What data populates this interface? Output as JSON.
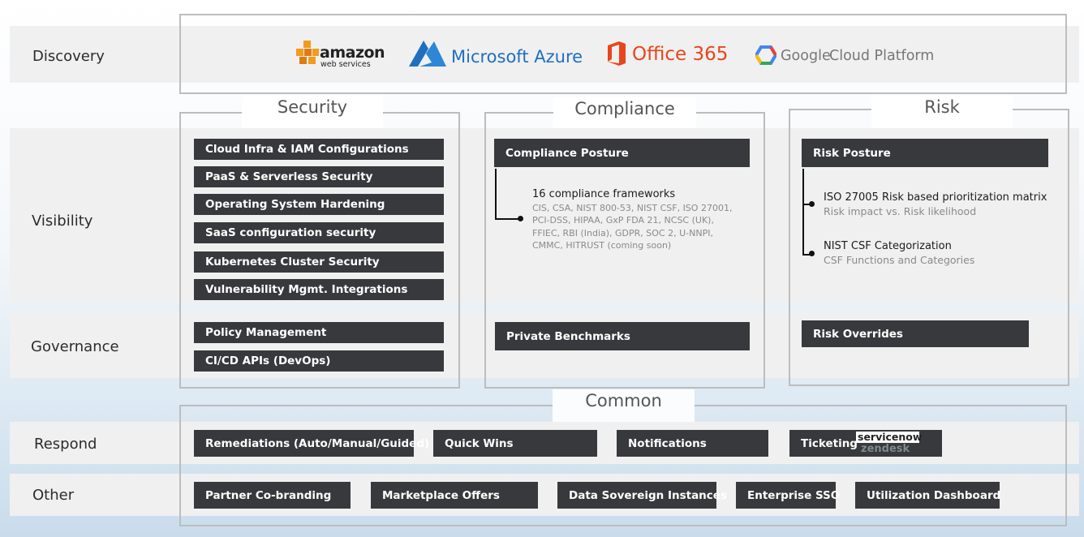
{
  "rows": {
    "discovery": "Discovery",
    "visibility": "Visibility",
    "governance": "Governance",
    "respond": "Respond",
    "other": "Other"
  },
  "logos": {
    "aws_line1": "amazon",
    "aws_line2": "web services",
    "azure": "Microsoft Azure",
    "office": "Office 365",
    "gcp_google": "Google",
    "gcp_cloud": "Cloud Platform"
  },
  "columns": {
    "security": "Security",
    "compliance": "Compliance",
    "risk": "Risk",
    "common": "Common"
  },
  "security": {
    "visibility": [
      "Cloud Infra & IAM Configurations",
      "PaaS & Serverless Security",
      "Operating System Hardening",
      "SaaS configuration security",
      "Kubernetes Cluster Security",
      "Vulnerability Mgmt. Integrations"
    ],
    "governance": [
      "Policy Management",
      "CI/CD APIs (DevOps)"
    ]
  },
  "compliance": {
    "posture": "Compliance Posture",
    "frameworks_title": "16 compliance frameworks",
    "frameworks_lines": [
      "CIS, CSA, NIST 800-53, NIST CSF, ISO 27001,",
      "PCI-DSS, HIPAA, GxP FDA 21, NCSC (UK),",
      "FFIEC, RBI (India), GDPR, SOC 2, U-NNPI,",
      "CMMC, HITRUST (coming soon)"
    ],
    "governance": "Private Benchmarks"
  },
  "risk": {
    "posture": "Risk Posture",
    "item1_title": "ISO 27005 Risk based prioritization matrix",
    "item1_sub": "Risk impact vs. Risk likelihood",
    "item2_title": "NIST CSF Categorization",
    "item2_sub": "CSF Functions and Categories",
    "governance": "Risk Overrides"
  },
  "respond": {
    "items": [
      "Remediations (Auto/Manual/Guided)",
      "Quick Wins",
      "Notifications",
      "Ticketing"
    ],
    "servicenow": "servicenow",
    "zendesk": "zendesk"
  },
  "other": {
    "items": [
      "Partner Co-branding",
      "Marketplace Offers",
      "Data Sovereign Instances",
      "Enterprise SSO",
      "Utilization Dashboard"
    ]
  },
  "colors": {
    "button": "#38393c",
    "band": "#f0f0f0",
    "frame": "#bdbdbd",
    "aws_orange": "#f49b1b",
    "azure_blue": "#1f6fc0",
    "office_orange": "#e8451d"
  }
}
